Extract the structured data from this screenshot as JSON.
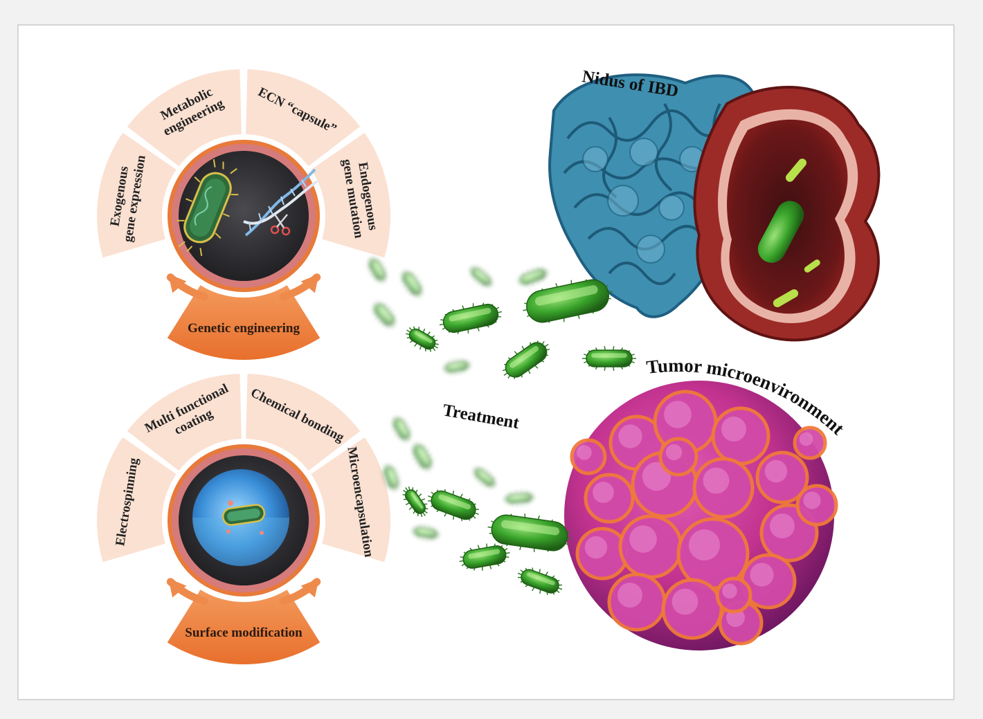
{
  "top_wheel": {
    "center_label": "Genetic engineering",
    "segments": [
      "Exogenous gene expression",
      "Metabolic engineering",
      "ECN “capsule”",
      "Endogenous gene mutation"
    ],
    "segment_lines": [
      [
        "Exogenous",
        "gene expression"
      ],
      [
        "Metabolic",
        "engineering"
      ],
      [
        "ECN “capsule”"
      ],
      [
        "Endogenous",
        "gene mutation"
      ]
    ]
  },
  "bottom_wheel": {
    "center_label": "Surface modification",
    "segments": [
      "Electrospinning",
      "Multi functional coating",
      "Chemical bonding",
      "Microencapsulation"
    ],
    "segment_lines": [
      [
        "Electrospinning"
      ],
      [
        "Multi functional",
        "coating"
      ],
      [
        "Chemical bonding"
      ],
      [
        "Microencapsulation"
      ]
    ]
  },
  "labels": {
    "treatment": "Treatment",
    "ibd": "Nidus of IBD",
    "tumor": "Tumor microenvironment"
  },
  "colors": {
    "segment_fill": "#fbe1d2",
    "accent_orange": "#ee8a4b",
    "orange_band": "#ef7f3b",
    "ring_violet": "#c77bb0",
    "core_dark": "#2b2b2e",
    "bacteria_green": "#3aa52b",
    "intestine_blue": "#3f8fb0",
    "colon_red": "#8e1f1e",
    "tumor_magenta": "#c8349b",
    "tumor_orange": "#f07a3a"
  },
  "icons": {
    "top_core": "bacterium-with-dna-and-scissors",
    "bottom_core": "bacterium-in-capsule"
  }
}
